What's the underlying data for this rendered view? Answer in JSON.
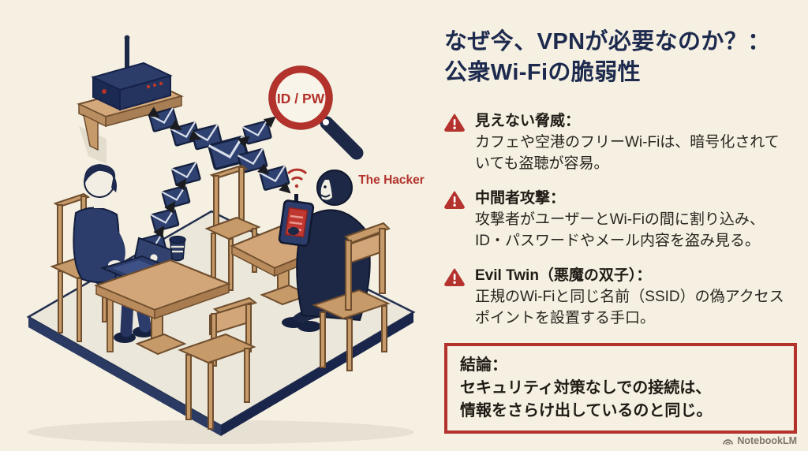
{
  "page": {
    "background": "#f5f0e2"
  },
  "header": {
    "title": "なぜ今、VPNが必要なのか？：\n公衆Wi-Fiの脆弱性"
  },
  "threats": [
    {
      "heading": "見えない脅威：",
      "body": "カフェや空港のフリーWi-Fiは、暗号化されて\nいても盗聴が容易。"
    },
    {
      "heading": "中間者攻撃：",
      "body": "攻撃者がユーザーとWi-Fiの間に割り込み、\nID・パスワードやメール内容を盗み見る。"
    },
    {
      "heading": "Evil Twin（悪魔の双子）：",
      "body": "正規のWi-Fiと同じ名前（SSID）の偽アクセス\nポイントを設置する手口。"
    }
  ],
  "conclusion": {
    "heading": "結論：",
    "body": "セキュリティ対策なしでの接続は、\n情報をさらけ出しているのと同じ。"
  },
  "illustration": {
    "magnifier_label": "ID / PW",
    "hacker_label": "The Hacker"
  },
  "footer": {
    "brand": "NotebookLM"
  },
  "colors": {
    "accent_red": "#b3322c",
    "navy_title": "#1d2a4e",
    "envelope_navy": "#2e4170",
    "wood": "#cf9f6e",
    "floor_edge_navy": "#1d2a4e",
    "background": "#f5f0e2"
  }
}
